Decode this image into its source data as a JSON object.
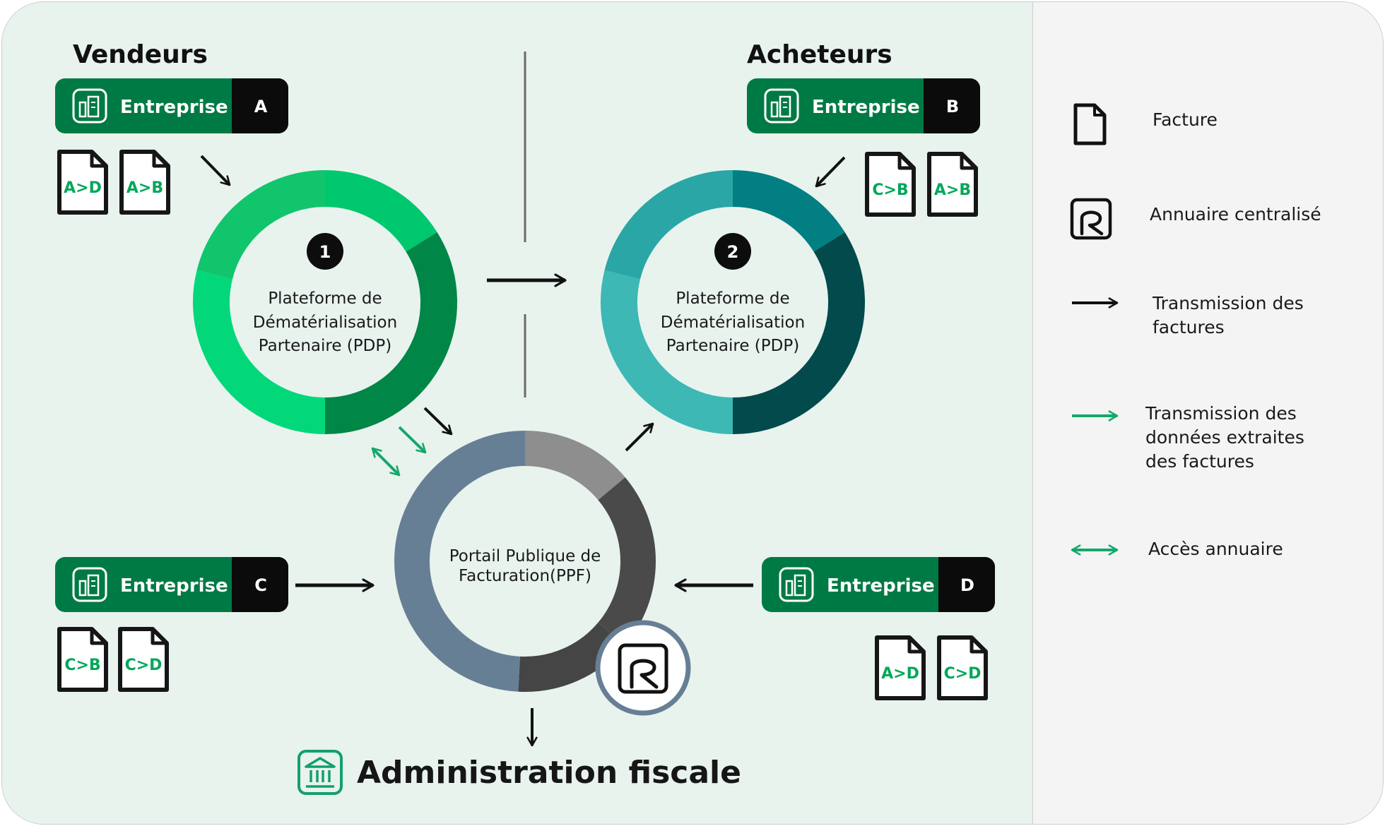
{
  "headings": {
    "sellers": "Vendeurs",
    "buyers": "Acheteurs"
  },
  "companies": [
    {
      "id": "a",
      "label": "Entreprise",
      "letter": "A"
    },
    {
      "id": "b",
      "label": "Entreprise",
      "letter": "B"
    },
    {
      "id": "c",
      "label": "Entreprise",
      "letter": "C"
    },
    {
      "id": "d",
      "label": "Entreprise",
      "letter": "D"
    }
  ],
  "documents": {
    "a": [
      "A>D",
      "A>B"
    ],
    "b": [
      "C>B",
      "A>B"
    ],
    "c": [
      "C>B",
      "C>D"
    ],
    "d": [
      "A>D",
      "C>D"
    ]
  },
  "platforms": {
    "pdp1": {
      "number": "1",
      "lines": [
        "Plateforme de",
        "Dématérialisation",
        "Partenaire (PDP)"
      ]
    },
    "pdp2": {
      "number": "2",
      "lines": [
        "Plateforme de",
        "Dématérialisation",
        "Partenaire (PDP)"
      ]
    },
    "ppf": {
      "lines": [
        "Portail Publique de",
        "Facturation(PPF)"
      ]
    }
  },
  "administration": "Administration fiscale",
  "legend": [
    {
      "icon": "document-icon",
      "lines": [
        "Facture"
      ]
    },
    {
      "icon": "directory-icon",
      "lines": [
        "Annuaire centralisé"
      ]
    },
    {
      "icon": "black-arrow-icon",
      "lines": [
        "Transmission des",
        "factures"
      ]
    },
    {
      "icon": "green-arrow-icon",
      "lines": [
        "Transmission des",
        "données extraites",
        "des factures"
      ]
    },
    {
      "icon": "double-arrow-icon",
      "lines": [
        "Accès annuaire"
      ]
    }
  ],
  "colors": {
    "pill_green": "#007a44",
    "pill_black": "#0b0b0b",
    "doc_green": "#00a75a",
    "data_arrow_green": "#14a86a",
    "pdp1_segments": [
      "#00c86e",
      "#008646",
      "#02d87a",
      "#11c56c"
    ],
    "pdp2_segments": [
      "#027f82",
      "#034a4c",
      "#3db8b4",
      "#2aa6a6"
    ],
    "ppf_segments": [
      "#8e8e8e",
      "#4a4a4a",
      "#454545",
      "#677f95"
    ]
  }
}
